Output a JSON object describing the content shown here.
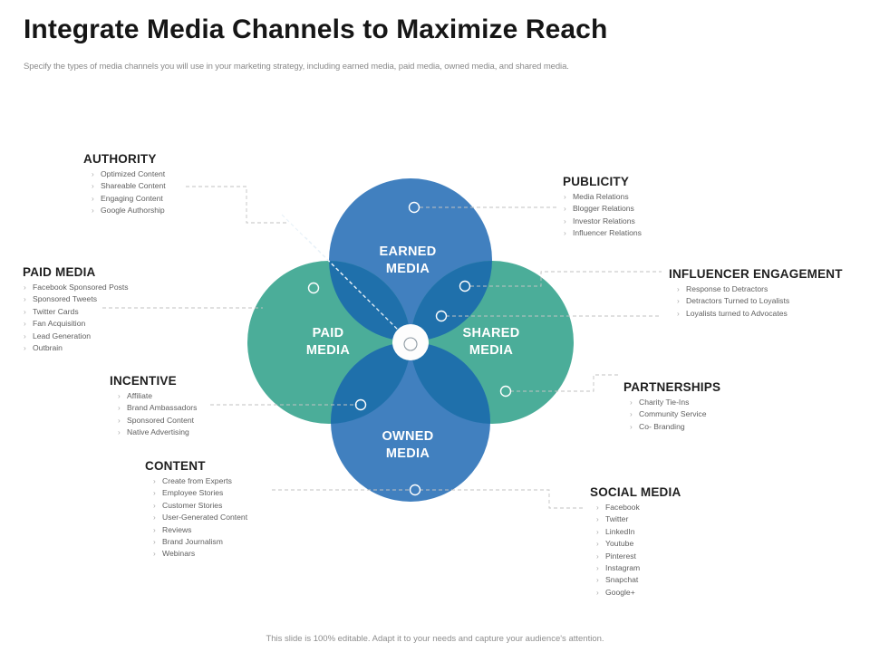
{
  "header": {
    "title": "Integrate Media Channels to Maximize Reach",
    "subtitle": "Specify the types of media channels you will use in your marketing strategy, including earned media, paid media, owned media, and shared media."
  },
  "footer": {
    "note": "This slide is 100% editable. Adapt it to your needs and capture your audience's attention."
  },
  "colors": {
    "blue": "#4180bf",
    "green": "#4bad99",
    "overlap": "#1f70ab",
    "center": "#fdfdfd",
    "connector": "#b9b9b9",
    "heading": "#1f1f1f",
    "body": "#606060",
    "subtitle": "#8a8a8a"
  },
  "venn": {
    "segments": [
      {
        "id": "earned",
        "label_line1": "EARNED",
        "label_line2": "MEDIA",
        "color": "#4180bf"
      },
      {
        "id": "paid",
        "label_line1": "PAID",
        "label_line2": "MEDIA",
        "color": "#4bad99"
      },
      {
        "id": "shared",
        "label_line1": "SHARED",
        "label_line2": "MEDIA",
        "color": "#4bad99"
      },
      {
        "id": "owned",
        "label_line1": "OWNED",
        "label_line2": "MEDIA",
        "color": "#4180bf"
      }
    ],
    "bullet_glyph": "›"
  },
  "callouts": [
    {
      "id": "authority",
      "title": "AUTHORITY",
      "items": [
        "Optimized Content",
        "Shareable Content",
        "Engaging Content",
        "Google Authorship"
      ]
    },
    {
      "id": "paid-media",
      "title": "PAID MEDIA",
      "items": [
        "Facebook Sponsored Posts",
        "Sponsored Tweets",
        "Twitter Cards",
        "Fan Acquisition",
        "Lead Generation",
        "Outbrain"
      ]
    },
    {
      "id": "incentive",
      "title": "INCENTIVE",
      "items": [
        "Affiliate",
        "Brand Ambassadors",
        "Sponsored Content",
        "Native Advertising"
      ]
    },
    {
      "id": "content",
      "title": "CONTENT",
      "items": [
        "Create from Experts",
        "Employee Stories",
        "Customer Stories",
        "User-Generated Content",
        "Reviews",
        "Brand Journalism",
        "Webinars"
      ]
    },
    {
      "id": "publicity",
      "title": "PUBLICITY",
      "items": [
        "Media Relations",
        "Blogger Relations",
        "Investor Relations",
        "Influencer Relations"
      ]
    },
    {
      "id": "influencer-engagement",
      "title": "INFLUENCER ENGAGEMENT",
      "items": [
        "Response to Detractors",
        "Detractors Turned to Loyalists",
        "Loyalists turned to Advocates"
      ]
    },
    {
      "id": "partnerships",
      "title": "PARTNERSHIPS",
      "items": [
        "Charity Tie-Ins",
        "Community Service",
        "Co- Branding"
      ]
    },
    {
      "id": "social-media",
      "title": "SOCIAL MEDIA",
      "items": [
        "Facebook",
        "Twitter",
        "LinkedIn",
        "Youtube",
        "Pinterest",
        "Instagram",
        "Snapchat",
        "Google+"
      ]
    }
  ]
}
